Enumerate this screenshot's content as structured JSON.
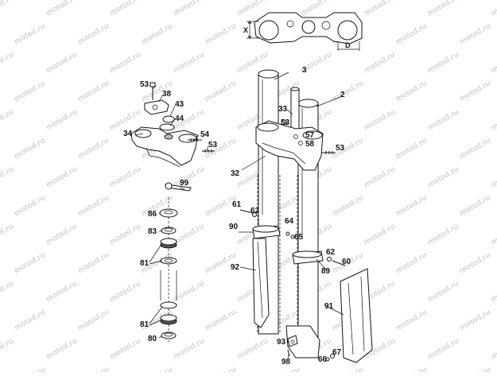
{
  "watermark": {
    "text": "motod.ru"
  },
  "dimensions": {
    "x": "X",
    "d": "D"
  },
  "labels": {
    "p3": "3",
    "p2": "2",
    "p33": "33",
    "p53a": "53",
    "p53b": "53",
    "p53c": "53",
    "p53d": "53",
    "p57": "57",
    "p58": "58",
    "p32": "32",
    "p38": "38",
    "p43": "43",
    "p44": "44",
    "p34": "34",
    "p54": "54",
    "p99": "99",
    "p86": "86",
    "p83": "83",
    "p81a": "81",
    "p81b": "81",
    "p80": "80",
    "p61": "61",
    "p62a": "62",
    "p62b": "62",
    "p64": "64",
    "p65": "65",
    "p90": "90",
    "p92": "92",
    "p60": "60",
    "p89": "89",
    "p91": "91",
    "p93": "93",
    "p98": "98",
    "p66": "66",
    "p67": "67"
  }
}
